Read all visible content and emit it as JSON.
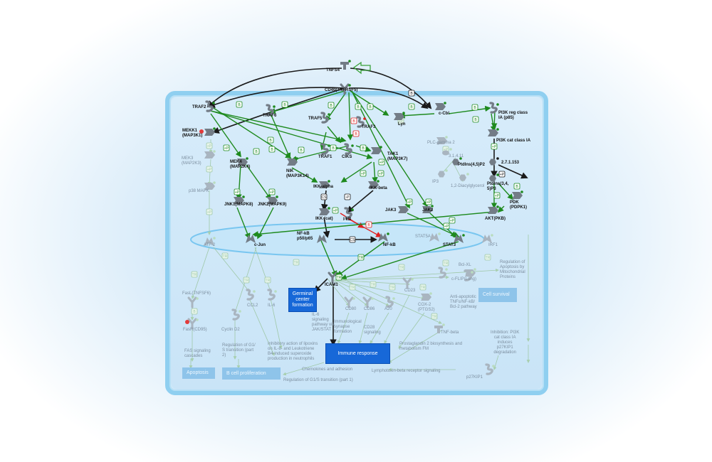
{
  "colors": {
    "active": "#1e8a1e",
    "inhibit": "#e02020",
    "black": "#1a1a1a",
    "faded": "#9fc8a8",
    "node": "#7e8791",
    "highlight_box": "#1768d8",
    "faded_box": "#8ec4ea",
    "ellipse": "#8fd0f3"
  },
  "nodes": [
    {
      "id": "tnfs4",
      "label": "TNFS4"
    },
    {
      "id": "cd40",
      "label": "CD40(TNFRSF5)"
    },
    {
      "id": "traf2",
      "label": "TRAF2"
    },
    {
      "id": "traf6",
      "label": "TRAF6"
    },
    {
      "id": "traf5",
      "label": "TRAF5"
    },
    {
      "id": "traf3",
      "label": "TRAF3"
    },
    {
      "id": "ccbl",
      "label": "c-Cbl"
    },
    {
      "id": "lyn",
      "label": "Lyn"
    },
    {
      "id": "pi3kreg",
      "label": "PI3K reg class\nIA (p85)"
    },
    {
      "id": "mekk1",
      "label": "MEKK1\n(MAP3K1)"
    },
    {
      "id": "pi3kcat",
      "label": "PI3K cat class IA"
    },
    {
      "id": "plcg2",
      "label": "PLC-gamma 2"
    },
    {
      "id": "e31411",
      "label": "3.1.4.11"
    },
    {
      "id": "mek3",
      "label": "MEK3\n(MAP2K3)"
    },
    {
      "id": "traf1",
      "label": "TRAF1"
    },
    {
      "id": "ciks",
      "label": "CIKS"
    },
    {
      "id": "tak1",
      "label": "TAK1\n(MAP3K7)"
    },
    {
      "id": "ptdins45",
      "label": "PtdIns(4,5)P2"
    },
    {
      "id": "e27153",
      "label": "2.7.1.153"
    },
    {
      "id": "mek4",
      "label": "MEK4\n(MAP2K4)"
    },
    {
      "id": "nik",
      "label": "NIK\n(MAP3K14)"
    },
    {
      "id": "ip3",
      "label": "IP3"
    },
    {
      "id": "dag",
      "label": "1,2-Diacylglycerol"
    },
    {
      "id": "ikka",
      "label": "IKK-alpha"
    },
    {
      "id": "ikkb",
      "label": "IKK-beta"
    },
    {
      "id": "p38",
      "label": "p38 MAPK"
    },
    {
      "id": "ptdins345",
      "label": "PtdIns(3,4,\n5)P3"
    },
    {
      "id": "pdk",
      "label": "PDK\n(PDPK1)"
    },
    {
      "id": "jnk1",
      "label": "JNK1(MAPK8)"
    },
    {
      "id": "jnk2",
      "label": "JNK2(MAPK9)"
    },
    {
      "id": "jak3",
      "label": "JAK3"
    },
    {
      "id": "jak2",
      "label": "JAK2"
    },
    {
      "id": "akt",
      "label": "AKT(PKB)"
    },
    {
      "id": "ikkcat",
      "label": "IKK (cat)"
    },
    {
      "id": "ikb",
      "label": "I-kB"
    },
    {
      "id": "nfkb",
      "label": "NF-kB\np50/p65"
    },
    {
      "id": "nfkb2",
      "label": "NF-kB"
    },
    {
      "id": "stat5a",
      "label": "STAT5A"
    },
    {
      "id": "stat3",
      "label": "STAT3"
    },
    {
      "id": "irf1",
      "label": "IRF1"
    },
    {
      "id": "atf2",
      "label": "ATF-2"
    },
    {
      "id": "cjun",
      "label": "c-Jun"
    },
    {
      "id": "reg_apop",
      "label": "Regulation of\nApoptosis by\nMitochondrial\nProteins"
    },
    {
      "id": "bclxl",
      "label": "Bcl-XL"
    },
    {
      "id": "fasl",
      "label": "FasL(TNFSF6)"
    },
    {
      "id": "icam1",
      "label": "ICAM1"
    },
    {
      "id": "cflip",
      "label": "c-FLIP(Long)"
    },
    {
      "id": "ccl2",
      "label": "CCL2"
    },
    {
      "id": "il6",
      "label": "IL-6"
    },
    {
      "id": "cd23",
      "label": "CD23"
    },
    {
      "id": "antiapop",
      "label": "Anti-apoptotic\nTNFs/NF-kB/\nBcl-2 pathway"
    },
    {
      "id": "fasr",
      "label": "FasR(CD95)"
    },
    {
      "id": "cyclind2",
      "label": "Cyclin D2"
    },
    {
      "id": "il6path",
      "label": "IL-6\nsignaling\npathway via\nJAK/STAT"
    },
    {
      "id": "cd80",
      "label": "CD80"
    },
    {
      "id": "cd86",
      "label": "CD86"
    },
    {
      "id": "a20",
      "label": "A20"
    },
    {
      "id": "cox2",
      "label": "COX-2\n(PTGS2)"
    },
    {
      "id": "immsyn",
      "label": "Immunological\nsynapse\nformation"
    },
    {
      "id": "cd28",
      "label": "CD28\nsignaling"
    },
    {
      "id": "tnfb",
      "label": "TNF-beta"
    },
    {
      "id": "inhib_pi3k",
      "label": "Inhibition: PI3K\ncat class IA\ninduces\np27KIP1\ndegradation"
    },
    {
      "id": "fascasc",
      "label": "FAS signaling\ncascades"
    },
    {
      "id": "g1s2",
      "label": "Regulation of G1/\nS transition (part\n2)"
    },
    {
      "id": "lipox",
      "label": "Inhibitory action of lipoxins\non IL-8- and Leukotriene\nB4-induced superoxide\nproduction in neutrophils"
    },
    {
      "id": "pgbio",
      "label": "Prostaglandin 2 biosynthesis and\nmetabolism FM"
    },
    {
      "id": "chemo",
      "label": "Chemokines and adhesion"
    },
    {
      "id": "lymphotoxin",
      "label": "Lymphotoxin-beta receptor signaling"
    },
    {
      "id": "p27",
      "label": "p27KIP1"
    },
    {
      "id": "g1s1",
      "label": "Regulation of G1/S transition (part 1)"
    }
  ],
  "boxes": [
    {
      "id": "germinal",
      "label": "Germinal\ncenter\nformation"
    },
    {
      "id": "immune",
      "label": "Immune response"
    },
    {
      "id": "survival",
      "label": "Cell survival"
    },
    {
      "id": "apoptosis",
      "label": "Apoptosis"
    },
    {
      "id": "bcell",
      "label": "B cell proliferation"
    }
  ],
  "edge_tags": [
    "B",
    "+P",
    "TR",
    "-P",
    "CS"
  ]
}
